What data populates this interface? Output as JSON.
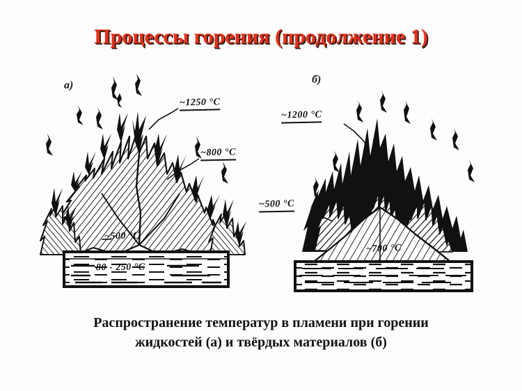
{
  "slide": {
    "title": "Процессы горения (продолжение 1)",
    "title_color": "#e8301a",
    "background_color": "#ffffff",
    "caption_line1": "Распространение температур в пламени при горении",
    "caption_line2": "жидкостей (а) и твёрдых материалов (б)"
  },
  "figure": {
    "panel_a": {
      "label": "а)",
      "kind": "burning-liquid-pool",
      "temperature_labels": [
        {
          "id": "a1",
          "text": "~1250 °C",
          "underlined": true
        },
        {
          "id": "a2",
          "text": "~800 °C",
          "underlined": true
        },
        {
          "id": "a3",
          "text": "~500 °C",
          "underlined": false
        },
        {
          "id": "a4",
          "text": "80 - 250 °C",
          "underlined": false
        }
      ]
    },
    "panel_b": {
      "label": "б)",
      "kind": "burning-solid-material",
      "temperature_labels": [
        {
          "id": "b1",
          "text": "~1200 °C",
          "underlined": true
        },
        {
          "id": "b2",
          "text": "~500 °C",
          "underlined": true
        },
        {
          "id": "b3",
          "text": "~700 °C",
          "underlined": false
        }
      ]
    }
  }
}
